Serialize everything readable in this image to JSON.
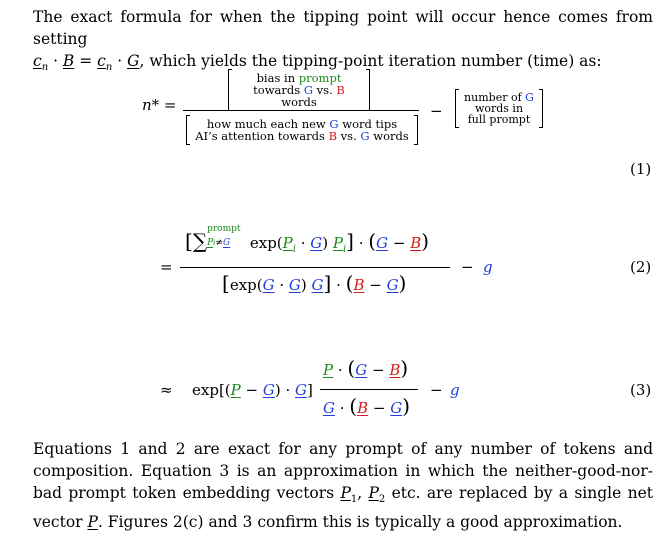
{
  "intro": {
    "line1": "The exact formula for when the tipping point will occur hence comes from setting",
    "line2_tail": ", which yields the tipping-point iteration number (time) as:"
  },
  "eq1": {
    "lhs": "n* =",
    "num_line1_a": "bias in ",
    "num_line1_b": "prompt",
    "num_line2_a": "towards ",
    "num_line2_g": "G",
    "num_line2_b": " vs. ",
    "num_line2_r": "B",
    "num_line2_c": " words",
    "den_line1_a": "how much each new ",
    "den_line1_g": "G",
    "den_line1_b": " word tips",
    "den_line2_a": "AI’s attention towards ",
    "den_line2_r": "B",
    "den_line2_b": " vs. ",
    "den_line2_g": "G",
    "den_line2_c": " words",
    "minus": "−",
    "right_line1_a": "number of ",
    "right_line1_g": "G",
    "right_line2": "words in",
    "right_line3": "full prompt",
    "number": "(1)"
  },
  "eq2": {
    "eq": "=",
    "prompt_label": "prompt",
    "minus": "−",
    "g": "g",
    "number": "(2)"
  },
  "eq3": {
    "approx": "≈",
    "exp": "exp",
    "minus": "−",
    "g": "g",
    "number": "(3)"
  },
  "outro": {
    "text_a": "Equations 1 and 2 are exact for any prompt of any number of tokens and composition. Equation 3 is an approximation in which the neither-good-nor-bad prompt token embedding vectors ",
    "text_b": " etc. are replaced by a single net vector ",
    "text_c": ". Figures 2(c) and 3 confirm this is typically a good approximation."
  },
  "colors": {
    "green": "#1a8a1a",
    "blue": "#1f3fd8",
    "red": "#d21e1e"
  }
}
